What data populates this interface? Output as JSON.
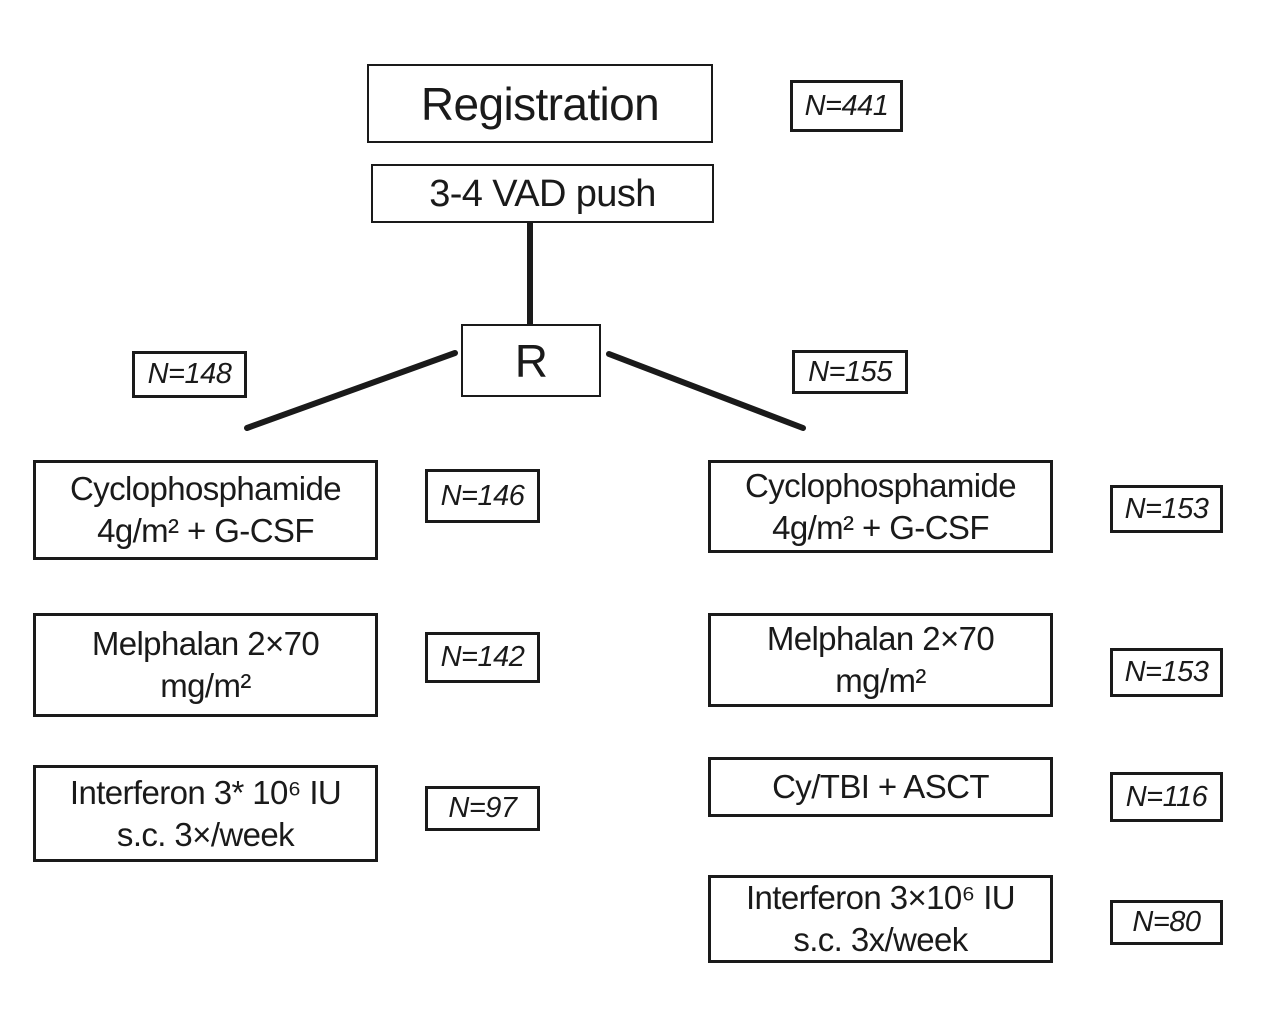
{
  "top": {
    "registration_label": "Registration",
    "registration_count": "N=441",
    "induction_label": "3-4 VAD push",
    "randomization_label": "R"
  },
  "left_arm": {
    "count": "N=148",
    "steps": [
      {
        "line1": "Cyclophosphamide",
        "line2": "4g/m² + G-CSF",
        "count": "N=146"
      },
      {
        "line1": "Melphalan 2×70",
        "line2": "mg/m²",
        "count": "N=142"
      },
      {
        "line1": "Interferon 3* 10⁶ IU",
        "line2": "s.c. 3×/week",
        "count": "N=97"
      }
    ]
  },
  "right_arm": {
    "count": "N=155",
    "steps": [
      {
        "line1": "Cyclophosphamide",
        "line2": "4g/m² + G-CSF",
        "count": "N=153"
      },
      {
        "line1": "Melphalan 2×70",
        "line2": "mg/m²",
        "count": "N=153"
      },
      {
        "line1": "Cy/TBI + ASCT",
        "line2": "",
        "count": "N=116"
      },
      {
        "line1": "Interferon 3×10⁶ IU",
        "line2": "s.c. 3x/week",
        "count": "N=80"
      }
    ]
  },
  "colors": {
    "ink": "#1a1a1a",
    "background": "#ffffff"
  }
}
